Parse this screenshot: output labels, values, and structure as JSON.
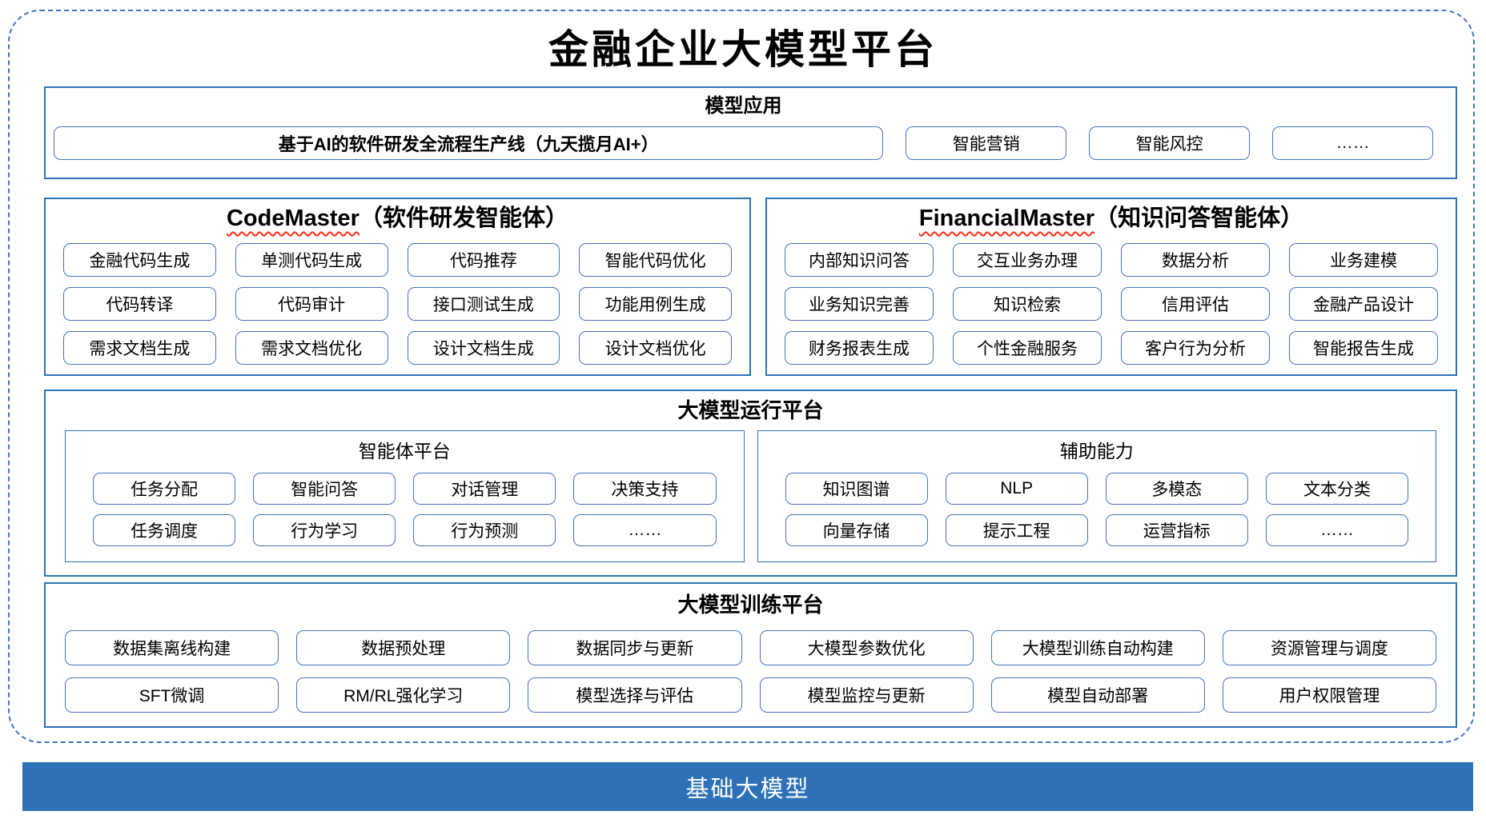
{
  "title": "金融企业大模型平台",
  "colors": {
    "section_border": "#2E74B5",
    "item_border": "#4472C4",
    "dashed_border": "#4472C4",
    "footer_bg": "#2E71B6",
    "wavy_underline": "#FF2D16"
  },
  "sections": {
    "model_app": {
      "title": "模型应用",
      "primary_item": "基于AI的软件研发全流程生产线（九天揽月AI+）",
      "items": [
        "智能营销",
        "智能风控",
        "……"
      ]
    },
    "code_master": {
      "title_en": "CodeMaster",
      "title_zh": "（软件研发智能体）",
      "items": [
        "金融代码生成",
        "单测代码生成",
        "代码推荐",
        "智能代码优化",
        "代码转译",
        "代码审计",
        "接口测试生成",
        "功能用例生成",
        "需求文档生成",
        "需求文档优化",
        "设计文档生成",
        "设计文档优化"
      ]
    },
    "financial_master": {
      "title_en": "FinancialMaster",
      "title_zh": "（知识问答智能体）",
      "items": [
        "内部知识问答",
        "交互业务办理",
        "数据分析",
        "业务建模",
        "业务知识完善",
        "知识检索",
        "信用评估",
        "金融产品设计",
        "财务报表生成",
        "个性金融服务",
        "客户行为分析",
        "智能报告生成"
      ]
    },
    "runtime_platform": {
      "title": "大模型运行平台",
      "agent_platform": {
        "title": "智能体平台",
        "items": [
          "任务分配",
          "智能问答",
          "对话管理",
          "决策支持",
          "任务调度",
          "行为学习",
          "行为预测",
          "……"
        ]
      },
      "auxiliary": {
        "title": "辅助能力",
        "items": [
          "知识图谱",
          "NLP",
          "多模态",
          "文本分类",
          "向量存储",
          "提示工程",
          "运营指标",
          "……"
        ]
      }
    },
    "training_platform": {
      "title": "大模型训练平台",
      "items": [
        "数据集离线构建",
        "数据预处理",
        "数据同步与更新",
        "大模型参数优化",
        "大模型训练自动构建",
        "资源管理与调度",
        "SFT微调",
        "RM/RL强化学习",
        "模型选择与评估",
        "模型监控与更新",
        "模型自动部署",
        "用户权限管理"
      ]
    }
  },
  "footer": {
    "label": "基础大模型"
  }
}
